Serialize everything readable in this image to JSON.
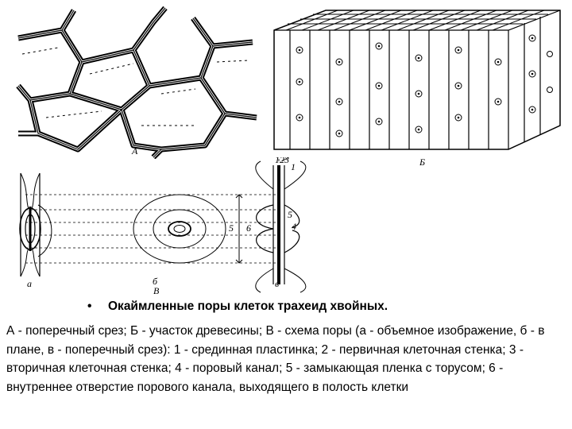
{
  "figure": {
    "labels": {
      "a_panel": "А",
      "b_panel": "Б",
      "v_panel": "В",
      "v_sub_a": "а",
      "v_sub_b": "б",
      "v_sub_v": "в",
      "n1": "1",
      "n123": "123",
      "n4": "4",
      "n5": "5",
      "n5b": "5",
      "n6": "6"
    }
  },
  "caption": {
    "bullet": "•",
    "title": "Окаймленные поры клеток трахеид хвойных.",
    "body": "А - поперечный срез; Б - участок древесины; В - схема поры (а - объемное изображение, б - в плане, в - поперечный срез): 1 - срединная пластинка; 2 - первичная клеточная стенка; 3 - вторичная клеточная стенка; 4 - поровый канал; 5 - замыкающая пленка с торусом; 6 - внутреннее отверстие порового канала, выходящего в полость клетки"
  }
}
